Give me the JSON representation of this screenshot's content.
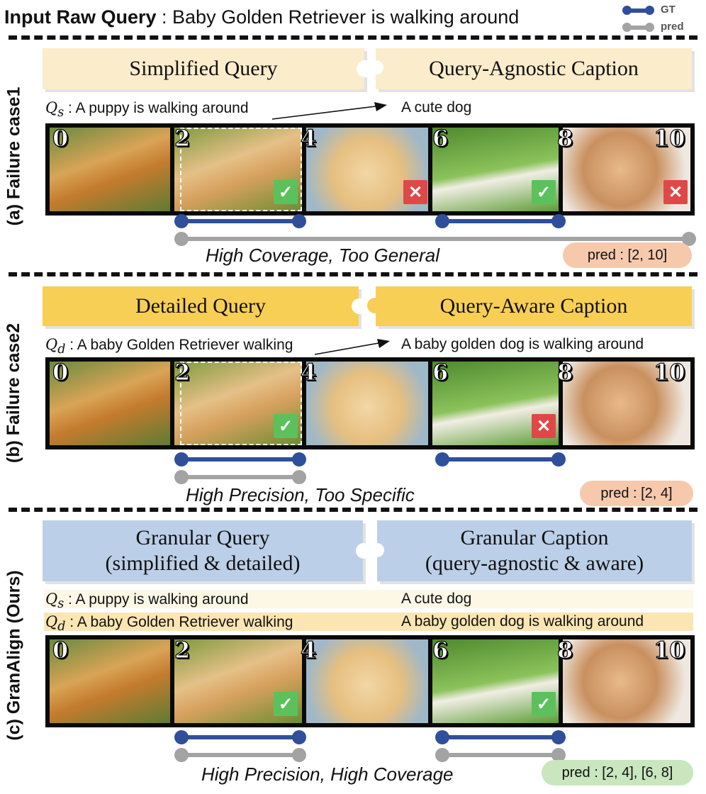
{
  "header": {
    "title_bold": "Input Raw Query",
    "title_rest": " : Baby Golden Retriever is walking around"
  },
  "legend": {
    "gt_label": "GT",
    "pred_label": "pred",
    "gt_color": "#2f4f9a",
    "pred_color": "#a3a3a3"
  },
  "panels": [
    {
      "side_label": "(a) Failure case1",
      "left_box": "Simplified Query",
      "right_box": "Query-Agnostic Caption",
      "box_color": "#fbeccb",
      "query_symbol": "Q",
      "query_sub": "s",
      "query_text": " : A puppy is walking around",
      "caption_text": "A cute dog",
      "frame_numbers": [
        "0",
        "2",
        "4",
        "6",
        "8",
        "10"
      ],
      "marks": [
        "✓",
        "✕",
        "✓",
        "✕"
      ],
      "gt_segments": [
        [
          2,
          4
        ],
        [
          6,
          8
        ]
      ],
      "pred_segments": [
        [
          2,
          10
        ]
      ],
      "result_caption": "High Coverage, Too General",
      "pred_text": "pred : [2, 10]",
      "pred_color": "#f6c9ad"
    },
    {
      "side_label": "(b) Failure case2",
      "left_box": "Detailed Query",
      "right_box": "Query-Aware Caption",
      "box_color": "#f8cf55",
      "query_symbol": "Q",
      "query_sub": "d",
      "query_text": " : A baby Golden Retriever walking",
      "caption_text": "A baby golden dog is walking around",
      "frame_numbers": [
        "0",
        "2",
        "4",
        "6",
        "8",
        "10"
      ],
      "marks": [
        "✓",
        "✕"
      ],
      "gt_segments": [
        [
          2,
          4
        ],
        [
          6,
          8
        ]
      ],
      "pred_segments": [
        [
          2,
          4
        ]
      ],
      "result_caption": "High Precision, Too Specific",
      "pred_text": "pred : [2, 4]",
      "pred_color": "#f6c9ad"
    },
    {
      "side_label": "(c) GranAlign (Ours)",
      "left_box_line1": "Granular Query",
      "left_box_line2": "(simplified & detailed)",
      "right_box_line1": "Granular Caption",
      "right_box_line2": "(query-agnostic & aware)",
      "box_color": "#bccfe8",
      "rows": [
        {
          "symbol": "Q",
          "sub": "s",
          "query": " : A puppy is walking around",
          "caption": "A cute dog",
          "bg": "#fdf8e6"
        },
        {
          "symbol": "Q",
          "sub": "d",
          "query": " : A baby Golden Retriever walking",
          "caption": "A baby golden dog is walking around",
          "bg": "#fbe6b3"
        }
      ],
      "frame_numbers": [
        "0",
        "2",
        "4",
        "6",
        "8",
        "10"
      ],
      "marks": [
        "✓",
        "✓"
      ],
      "gt_segments": [
        [
          2,
          4
        ],
        [
          6,
          8
        ]
      ],
      "pred_segments": [
        [
          2,
          4
        ],
        [
          6,
          8
        ]
      ],
      "result_caption": "High Precision, High Coverage",
      "pred_text": "pred : [2, 4], [6, 8]",
      "pred_color": "#c9e6bf"
    }
  ]
}
